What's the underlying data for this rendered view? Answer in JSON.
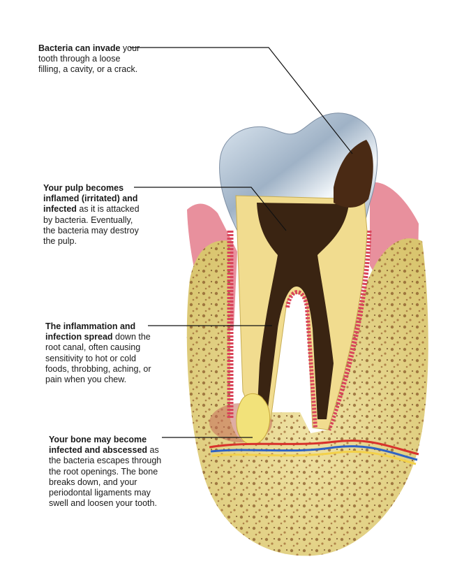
{
  "callouts": [
    {
      "bold": "Bacteria can invade",
      "text": " your tooth through a loose filling, a cavity, or a crack."
    },
    {
      "bold": "Your pulp becomes inflamed (irritated) and infected",
      "text": " as it is attacked by bacteria. Eventually, the bacteria may destroy the pulp."
    },
    {
      "bold": "The inflammation and infection spread",
      "text": " down the root canal, often causing sensitivity to hot or cold foods, throbbing, aching, or pain when you chew."
    },
    {
      "bold": "Your bone may become infected and abscessed",
      "text": " as the bacteria escapes through the root openings. The bone breaks down, and your periodontal ligaments may swell and loosen your tooth."
    }
  ],
  "colors": {
    "enamel": "#b8c8d8",
    "dentin": "#f1dc8f",
    "decay": "#3a2412",
    "gum": "#e58a97",
    "bone": "#e6d58a",
    "ligament": "#d9445a",
    "abscess": "#f2e27a",
    "artery": "#d8322c",
    "vein": "#2f63c4",
    "nerve": "#f3d14a"
  },
  "icons": [
    "tooth-cross-section-illustration"
  ]
}
